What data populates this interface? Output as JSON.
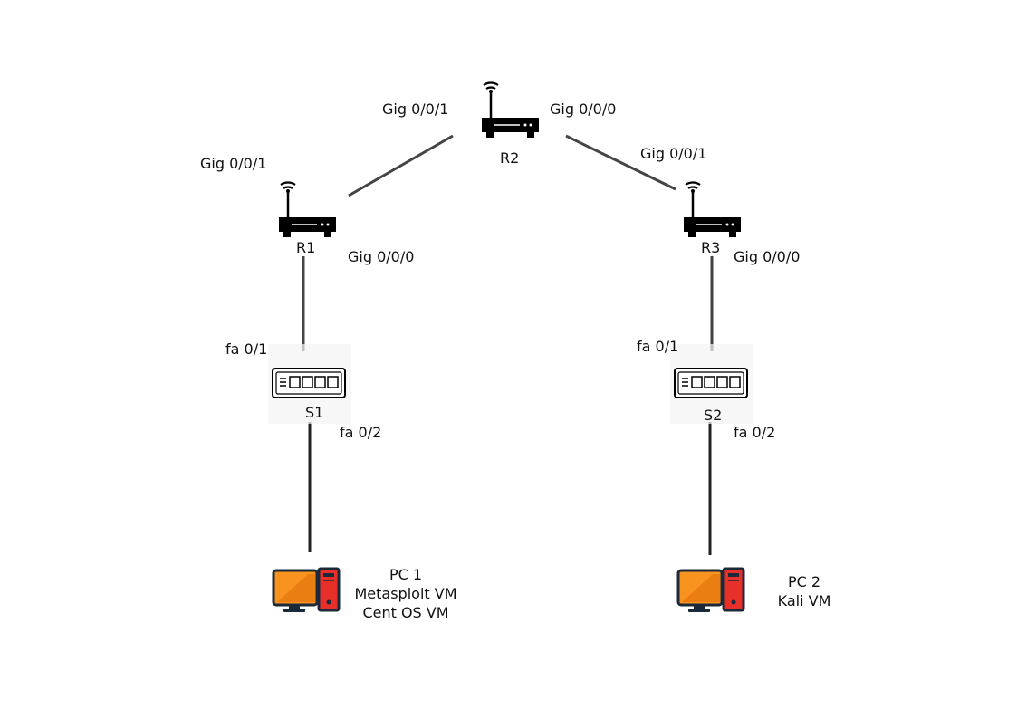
{
  "routers": {
    "r1": {
      "name": "R1",
      "port_upper": "Gig 0/0/1",
      "port_lower": "Gig 0/0/0"
    },
    "r2": {
      "name": "R2",
      "port_left": "Gig 0/0/1",
      "port_right": "Gig 0/0/0"
    },
    "r3": {
      "name": "R3",
      "port_upper": "Gig 0/0/1",
      "port_lower": "Gig 0/0/0"
    }
  },
  "switches": {
    "s1": {
      "name": "S1",
      "port_up": "fa 0/1",
      "port_down": "fa 0/2"
    },
    "s2": {
      "name": "S2",
      "port_up": "fa 0/1",
      "port_down": "fa 0/2"
    }
  },
  "pcs": {
    "pc1": {
      "lines": [
        "PC 1",
        "Metasploit VM",
        "Cent OS VM"
      ]
    },
    "pc2": {
      "lines": [
        "PC 2",
        "Kali VM"
      ]
    }
  },
  "colors": {
    "device": "#000000",
    "link": "#333333",
    "monitor_orange": "#f7931e",
    "tower_red": "#e8302a",
    "outline": "#1b2a3a"
  }
}
